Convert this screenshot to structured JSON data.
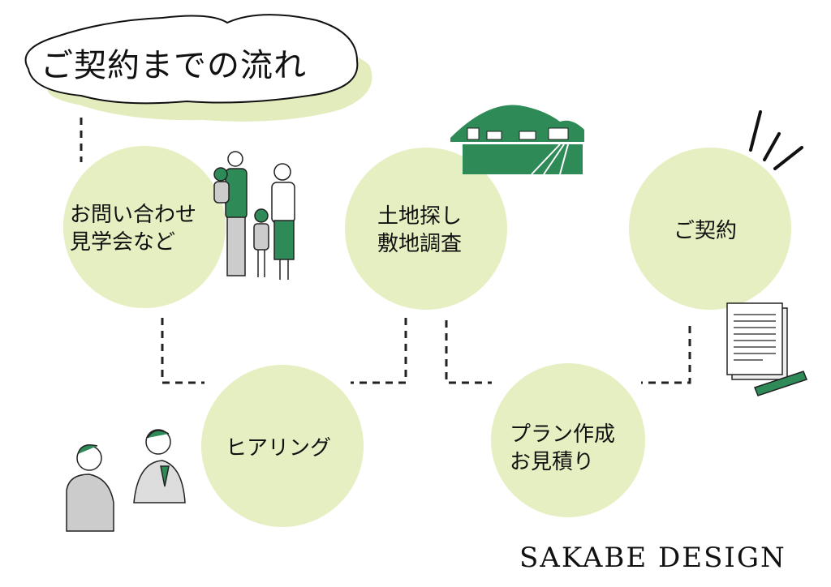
{
  "title": "ご契約までの流れ",
  "steps": [
    {
      "line1": "お問い合わせ",
      "line2": "見学会など"
    },
    {
      "line1": "土地探し",
      "line2": "敷地調査"
    },
    {
      "line1": "ご契約",
      "line2": ""
    },
    {
      "line1": "ヒアリング",
      "line2": ""
    },
    {
      "line1": "プラン作成",
      "line2": "お見積り"
    }
  ],
  "brand": "SAKABE DESIGN",
  "colors": {
    "circle": "#e6efc1",
    "accent_green": "#2e8b57",
    "line": "#222222"
  }
}
